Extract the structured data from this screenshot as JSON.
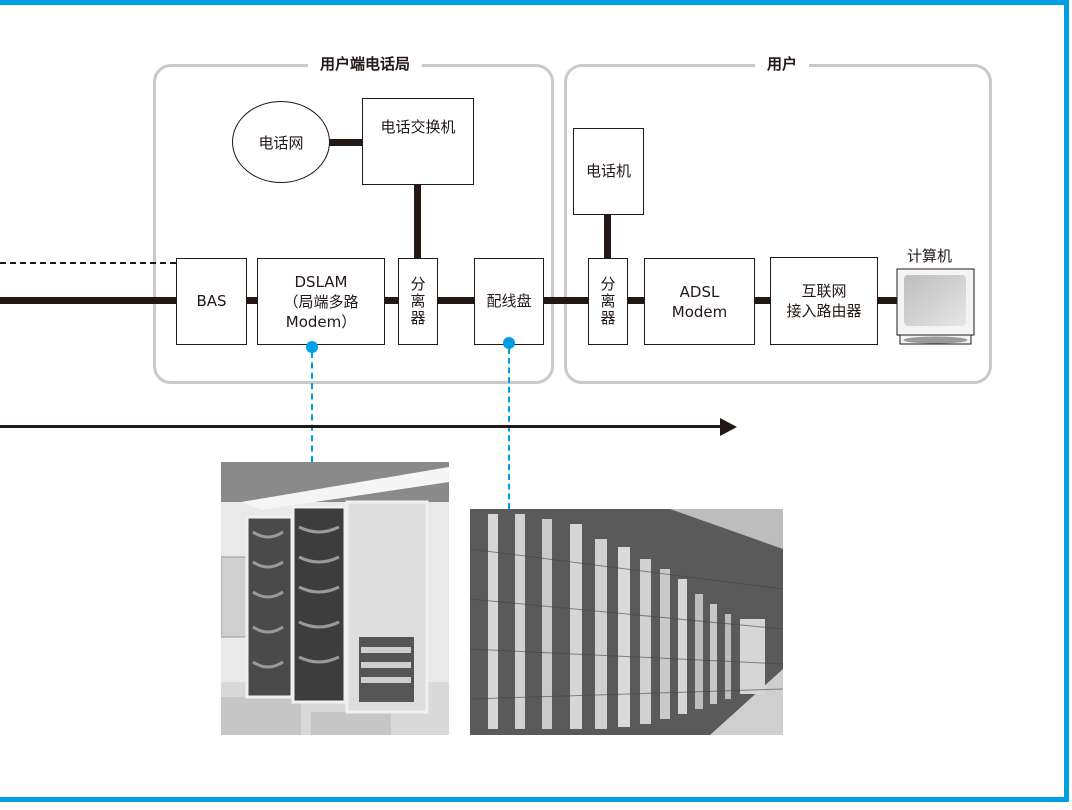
{
  "groups": {
    "central_office": {
      "title": "用户端电话局"
    },
    "customer": {
      "title": "用户"
    }
  },
  "nodes": {
    "telephone_network": "电话网",
    "telephone_switch": "电话交换机",
    "bas": "BAS",
    "dslam": {
      "line1": "DSLAM",
      "line2": "（局端多路",
      "line3": "Modem）"
    },
    "splitter_office": [
      "分",
      "离",
      "器"
    ],
    "distribution_frame": "配线盘",
    "telephone": "电话机",
    "splitter_customer": [
      "分",
      "离",
      "器"
    ],
    "adsl_modem": {
      "line1": "ADSL",
      "line2": "Modem"
    },
    "internet_router": {
      "line1": "互联网",
      "line2": "接入路由器"
    },
    "computer": "计算机"
  },
  "photos": {
    "dslam_photo": "dslam-rack-photo",
    "distribution_frame_photo": "distribution-frame-photo"
  },
  "colors": {
    "accent": "#009fe3",
    "line": "#231815",
    "group_border": "#c9c9c9"
  }
}
